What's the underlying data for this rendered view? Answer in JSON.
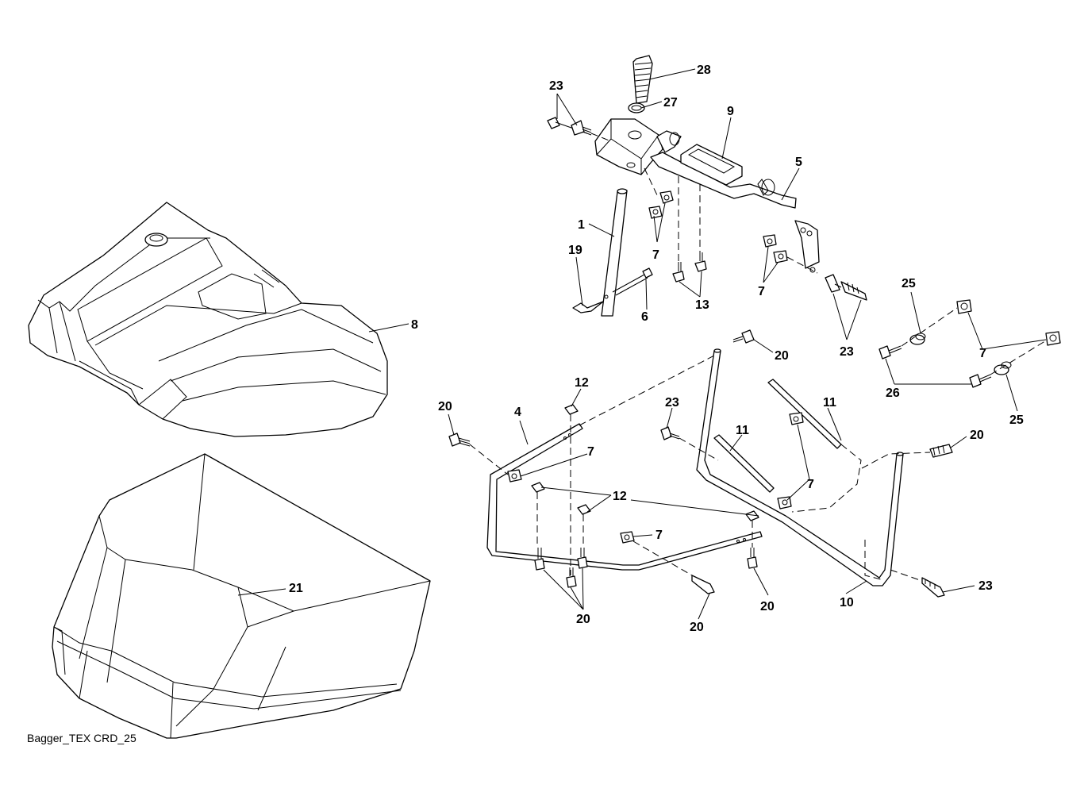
{
  "drawing_id": "Bagger_TEX CRD_25",
  "callouts": {
    "c1": "1",
    "c4": "4",
    "c5": "5",
    "c6": "6",
    "c7": "7",
    "c8": "8",
    "c9": "9",
    "c10": "10",
    "c11": "11",
    "c12": "12",
    "c13": "13",
    "c19": "19",
    "c20": "20",
    "c21": "21",
    "c23": "23",
    "c25": "25",
    "c26": "26",
    "c27": "27",
    "c28": "28"
  },
  "colors": {
    "line": "#000000",
    "background": "#ffffff"
  }
}
